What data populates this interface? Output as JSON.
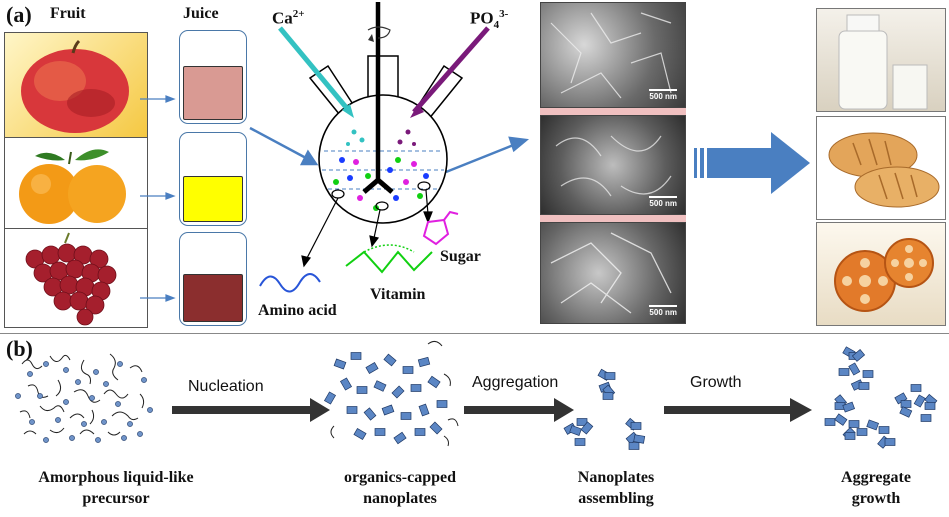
{
  "panel_a": {
    "label": "(a)",
    "fruit_header": "Fruit",
    "juice_header": "Juice",
    "fruits": [
      "apple-image",
      "orange-image",
      "grape-image"
    ],
    "juice_colors": [
      "#d99a93",
      "#ffff00",
      "#8b2e2e"
    ],
    "reactor": {
      "ion_left_base": "Ca",
      "ion_left_sup": "2+",
      "ion_right_base": "PO",
      "ion_right_sub": "4",
      "ion_right_sup": "3-"
    },
    "molecules": {
      "amino_acid": "Amino acid",
      "vitamin": "Vitamin",
      "sugar": "Sugar"
    },
    "sem_scale": [
      "500 nm",
      "500 nm",
      "500 nm"
    ],
    "foods": [
      "milk-image",
      "bread-image",
      "cookie-image"
    ]
  },
  "panel_b": {
    "label": "(b)",
    "steps": [
      "Nucleation",
      "Aggregation",
      "Growth"
    ],
    "captions": [
      {
        "line1": "Amorphous liquid-like",
        "line2": "precursor"
      },
      {
        "line1": "organics-capped",
        "line2": "nanoplates"
      },
      {
        "line1": "Nanoplates",
        "line2": "assembling"
      },
      {
        "line1": "Aggregate",
        "line2": "growth"
      }
    ]
  },
  "colors": {
    "arrow_blue": "#4a7fc1",
    "plate_blue": "#5b86c4",
    "ca_line": "#33c2c2",
    "po4_line": "#7a1a7a",
    "amino_line": "#2855d8",
    "vitamin_line": "#11d011",
    "sugar_line": "#e020e0"
  }
}
